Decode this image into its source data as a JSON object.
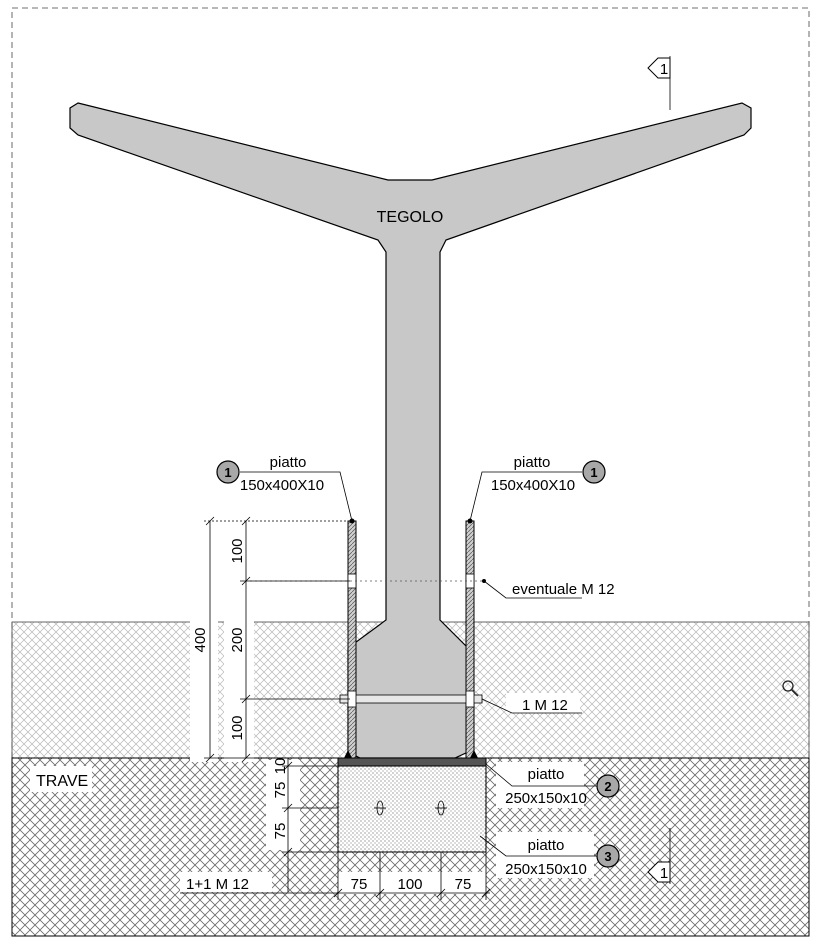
{
  "labels": {
    "tegolo": "TEGOLO",
    "trave": "TRAVE",
    "eventuale": "eventuale M 12",
    "bolt": "1 M 12",
    "anchor": "1+1 M 12"
  },
  "callouts": {
    "plate_left": {
      "badge": "1",
      "line1": "piatto",
      "line2": "150x400X10"
    },
    "plate_right": {
      "badge": "1",
      "line1": "piatto",
      "line2": "150x400X10"
    },
    "plate_top": {
      "badge": "2",
      "line1": "piatto",
      "line2": "250x150x10"
    },
    "plate_bottom": {
      "badge": "3",
      "line1": "piatto",
      "line2": "250x150x10"
    }
  },
  "section_marks": {
    "top": "1",
    "bottom": "1"
  },
  "dimensions": {
    "vertical_total": "400",
    "vertical_top": "100",
    "vertical_mid": "200",
    "vertical_bot": "100",
    "base_thk": "10",
    "base_75a": "75",
    "base_75b": "75",
    "horiz_left": "75",
    "horiz_mid": "100",
    "horiz_right": "75"
  },
  "colors": {
    "concrete": "#c8c8c8",
    "hatch_light": "#b8b8b8",
    "hatch_dark": "#6a6a6a",
    "badge": "#a8a8a8"
  },
  "icons": {
    "magnifier": "magnifier-icon"
  }
}
